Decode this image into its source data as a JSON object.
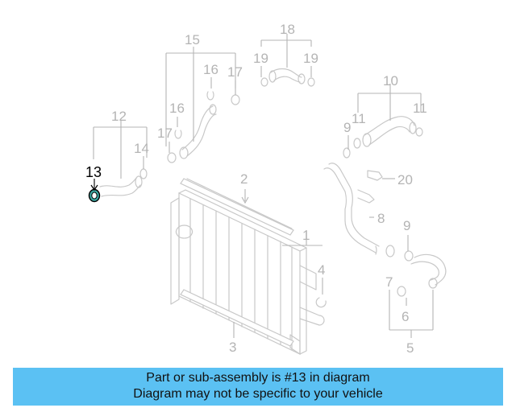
{
  "diagram": {
    "callouts": {
      "c1": "1",
      "c2": "2",
      "c3": "3",
      "c4": "4",
      "c5": "5",
      "c6": "6",
      "c7": "7",
      "c8": "8",
      "c9a": "9",
      "c9b": "9",
      "c10": "10",
      "c11a": "11",
      "c11b": "11",
      "c12": "12",
      "c13": "13",
      "c14": "14",
      "c15": "15",
      "c16a": "16",
      "c16b": "16",
      "c17a": "17",
      "c17b": "17",
      "c18": "18",
      "c19a": "19",
      "c19b": "19",
      "c20": "20"
    },
    "highlighted_part": "13",
    "highlight_color": "#3aa6a0",
    "line_color": "#c8c8c8"
  },
  "banner": {
    "line1": "Part or sub-assembly is #13 in diagram",
    "line2": "Diagram may not be specific to your vehicle",
    "background": "#5bc1f3"
  }
}
